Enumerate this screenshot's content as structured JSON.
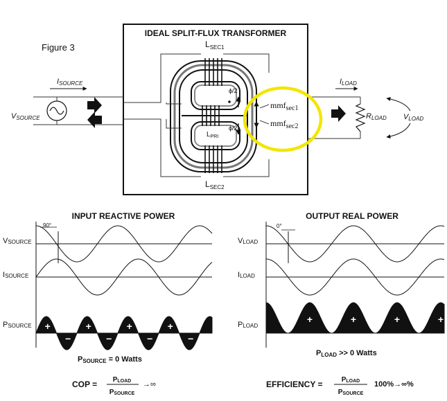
{
  "figure_label": "Figure 3",
  "transformer": {
    "title": "IDEAL SPLIT-FLUX TRANSFORMER",
    "lsec1": {
      "main": "L",
      "sub": "SEC1"
    },
    "lsec2": {
      "main": "L",
      "sub": "SEC2"
    },
    "lpri": {
      "main": "L",
      "sub": "PRI"
    },
    "phi_top": "ϕ/2",
    "phi_bot": "ϕ/2",
    "mmf1": {
      "main": "mmf",
      "sub": "sec1"
    },
    "mmf2": {
      "main": "mmf",
      "sub": "sec2"
    },
    "highlight_color": "#f2e600"
  },
  "source": {
    "current": {
      "main": "I",
      "sub": "SOURCE"
    },
    "voltage": {
      "main": "V",
      "sub": "SOURCE"
    }
  },
  "load": {
    "current": {
      "main": "I",
      "sub": "LOAD"
    },
    "resistor": {
      "main": "R",
      "sub": "LOAD"
    },
    "voltage": {
      "main": "V",
      "sub": "LOAD"
    }
  },
  "input_panel": {
    "title": "INPUT REACTIVE POWER",
    "phase_label": "90°",
    "rows": [
      {
        "main": "V",
        "sub": "SOURCE"
      },
      {
        "main": "I",
        "sub": "SOURCE"
      },
      {
        "main": "P",
        "sub": "SOURCE"
      }
    ],
    "result": {
      "main": "P",
      "sub": "SOURCE",
      "rest": " = 0 Watts"
    },
    "formula": {
      "lead": "COP = ",
      "num_main": "P",
      "num_sub": "LOAD",
      "den_main": "P",
      "den_sub": "SOURCE",
      "tail": "→∞"
    }
  },
  "output_panel": {
    "title": "OUTPUT REAL POWER",
    "phase_label": "0°",
    "rows": [
      {
        "main": "V",
        "sub": "LOAD"
      },
      {
        "main": "I",
        "sub": "LOAD"
      },
      {
        "main": "P",
        "sub": "LOAD"
      }
    ],
    "result": {
      "main": "P",
      "sub": "LOAD",
      "rest": " >> 0 Watts"
    },
    "formula": {
      "lead": "EFFICIENCY = ",
      "num_main": "P",
      "num_sub": "LOAD",
      "den_main": "P",
      "den_sub": "SOURCE",
      "tail": "100%→∞%"
    }
  },
  "power_signs": {
    "plus": "+",
    "minus": "−"
  }
}
